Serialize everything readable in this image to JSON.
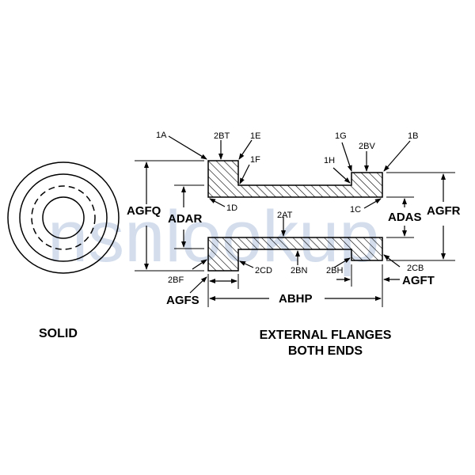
{
  "watermark": "nsnlookup",
  "captions": {
    "solid": "SOLID",
    "external_line1": "EXTERNAL FLANGES",
    "external_line2": "BOTH ENDS"
  },
  "points": {
    "1A": "1A",
    "2BT": "2BT",
    "1E": "1E",
    "1F": "1F",
    "1G": "1G",
    "2BV": "2BV",
    "1B": "1B",
    "1H": "1H",
    "1D": "1D",
    "2AT": "2AT",
    "1C": "1C",
    "2BF": "2BF",
    "2CD": "2CD",
    "2BN": "2BN",
    "2BH": "2BH",
    "2CB": "2CB"
  },
  "dimensions": {
    "AGFQ": "AGFQ",
    "ADAR": "ADAR",
    "ADAS": "ADAS",
    "AGFR": "AGFR",
    "AGFS": "AGFS",
    "ABHP": "ABHP",
    "AGFT": "AGFT"
  }
}
